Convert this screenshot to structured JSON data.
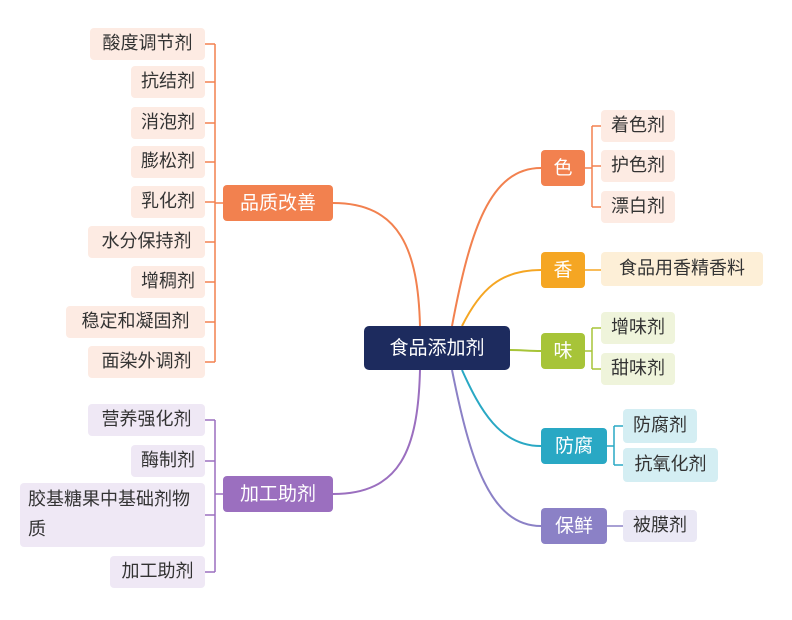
{
  "colors": {
    "root": "#1d2b5e",
    "quality": "#f2814f",
    "process": "#9b6fbf",
    "color": "#f2814f",
    "aroma": "#f5a623",
    "taste": "#a7c438",
    "preserve": "#29a8c4",
    "fresh": "#8b81c6"
  },
  "root": {
    "label": "食品添加剂"
  },
  "left": {
    "quality": {
      "label": "品质改善",
      "children": [
        "酸度调节剂",
        "抗结剂",
        "消泡剂",
        "膨松剂",
        "乳化剂",
        "水分保持剂",
        "增稠剂",
        "稳定和凝固剂",
        "面染外调剂"
      ]
    },
    "process": {
      "label": "加工助剂",
      "children": [
        "营养强化剂",
        "酶制剂",
        "胶基糖果中基础剂物质",
        "加工助剂"
      ]
    }
  },
  "right": {
    "color": {
      "label": "色",
      "children": [
        "着色剂",
        "护色剂",
        "漂白剂"
      ]
    },
    "aroma": {
      "label": "香",
      "children": [
        "食品用香精香料"
      ]
    },
    "taste": {
      "label": "味",
      "children": [
        "增味剂",
        "甜味剂"
      ]
    },
    "preserve": {
      "label": "防腐",
      "children": [
        "防腐剂",
        "抗氧化剂"
      ]
    },
    "fresh": {
      "label": "保鲜",
      "children": [
        "被膜剂"
      ]
    }
  }
}
